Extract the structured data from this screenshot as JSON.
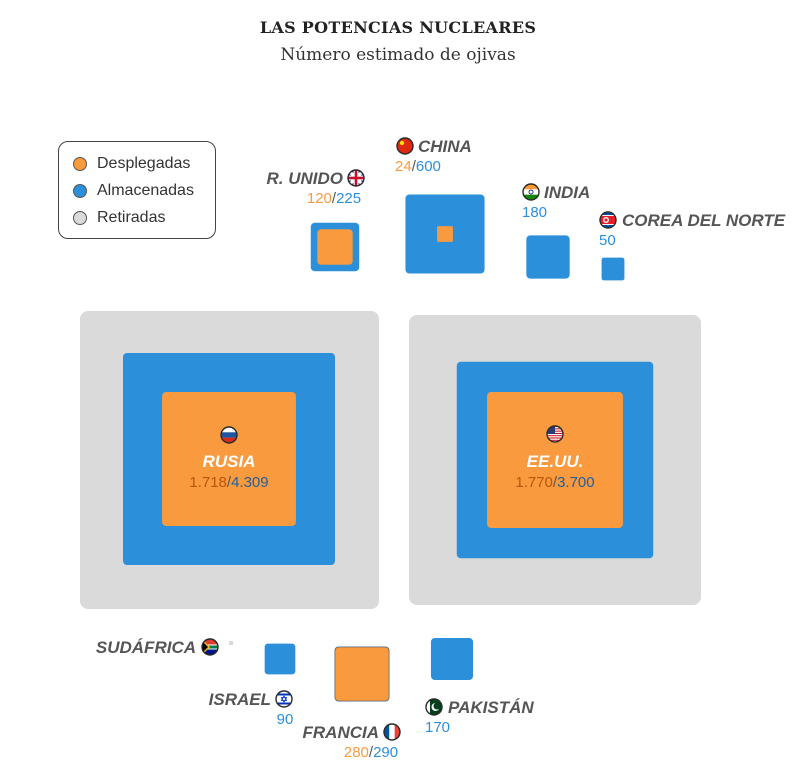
{
  "title": "LAS POTENCIAS NUCLEARES",
  "subtitle": "Número estimado de ojivas",
  "colors": {
    "desplegadas": "#f99a3f",
    "almacenadas": "#2b8fda",
    "retiradas": "#dadada",
    "label_text": "#555555"
  },
  "legend": [
    {
      "label": "Desplegadas",
      "color": "#f99a3f"
    },
    {
      "label": "Almacenadas",
      "color": "#2b8fda"
    },
    {
      "label": "Retiradas",
      "color": "#dadada"
    }
  ],
  "chart_data": {
    "type": "nested-square",
    "title": "LAS POTENCIAS NUCLEARES",
    "subtitle": "Número estimado de ojivas",
    "countries": [
      {
        "name": "RUSIA",
        "flag": "russia-flag-icon",
        "desplegadas": 1718,
        "almacenadas": 4309,
        "retiradas": true,
        "label": "1.718/4.309",
        "label_parts": [
          "1.718",
          "4.309"
        ]
      },
      {
        "name": "EE.UU.",
        "flag": "usa-flag-icon",
        "desplegadas": 1770,
        "almacenadas": 3700,
        "retiradas": true,
        "label": "1.770/3.700",
        "label_parts": [
          "1.770",
          "3.700"
        ]
      },
      {
        "name": "R. UNIDO",
        "flag": "uk-flag-icon",
        "desplegadas": 120,
        "almacenadas": 225,
        "retiradas": false,
        "label": "120/225",
        "label_parts": [
          "120",
          "225"
        ]
      },
      {
        "name": "CHINA",
        "flag": "china-flag-icon",
        "desplegadas": 24,
        "almacenadas": 600,
        "retiradas": false,
        "label": "24/600",
        "label_parts": [
          "24",
          "600"
        ]
      },
      {
        "name": "INDIA",
        "flag": "india-flag-icon",
        "desplegadas": 0,
        "almacenadas": 180,
        "retiradas": false,
        "label": "180",
        "label_parts": [
          "180"
        ]
      },
      {
        "name": "COREA DEL NORTE",
        "flag": "north-korea-flag-icon",
        "desplegadas": 0,
        "almacenadas": 50,
        "retiradas": false,
        "label": "50",
        "label_parts": [
          "50"
        ]
      },
      {
        "name": "SUDÁFRICA",
        "flag": "south-africa-flag-icon",
        "desplegadas": 0,
        "almacenadas": 0,
        "retiradas": true,
        "label": "",
        "label_parts": []
      },
      {
        "name": "ISRAEL",
        "flag": "israel-flag-icon",
        "desplegadas": 0,
        "almacenadas": 90,
        "retiradas": false,
        "label": "90",
        "label_parts": [
          "90"
        ]
      },
      {
        "name": "FRANCIA",
        "flag": "france-flag-icon",
        "desplegadas": 280,
        "almacenadas": 290,
        "retiradas": false,
        "label": "280/290",
        "label_parts": [
          "280",
          "290"
        ]
      },
      {
        "name": "PAKISTÁN",
        "flag": "pakistan-flag-icon",
        "desplegadas": 0,
        "almacenadas": 170,
        "retiradas": false,
        "label": "170",
        "label_parts": [
          "170"
        ]
      }
    ]
  }
}
